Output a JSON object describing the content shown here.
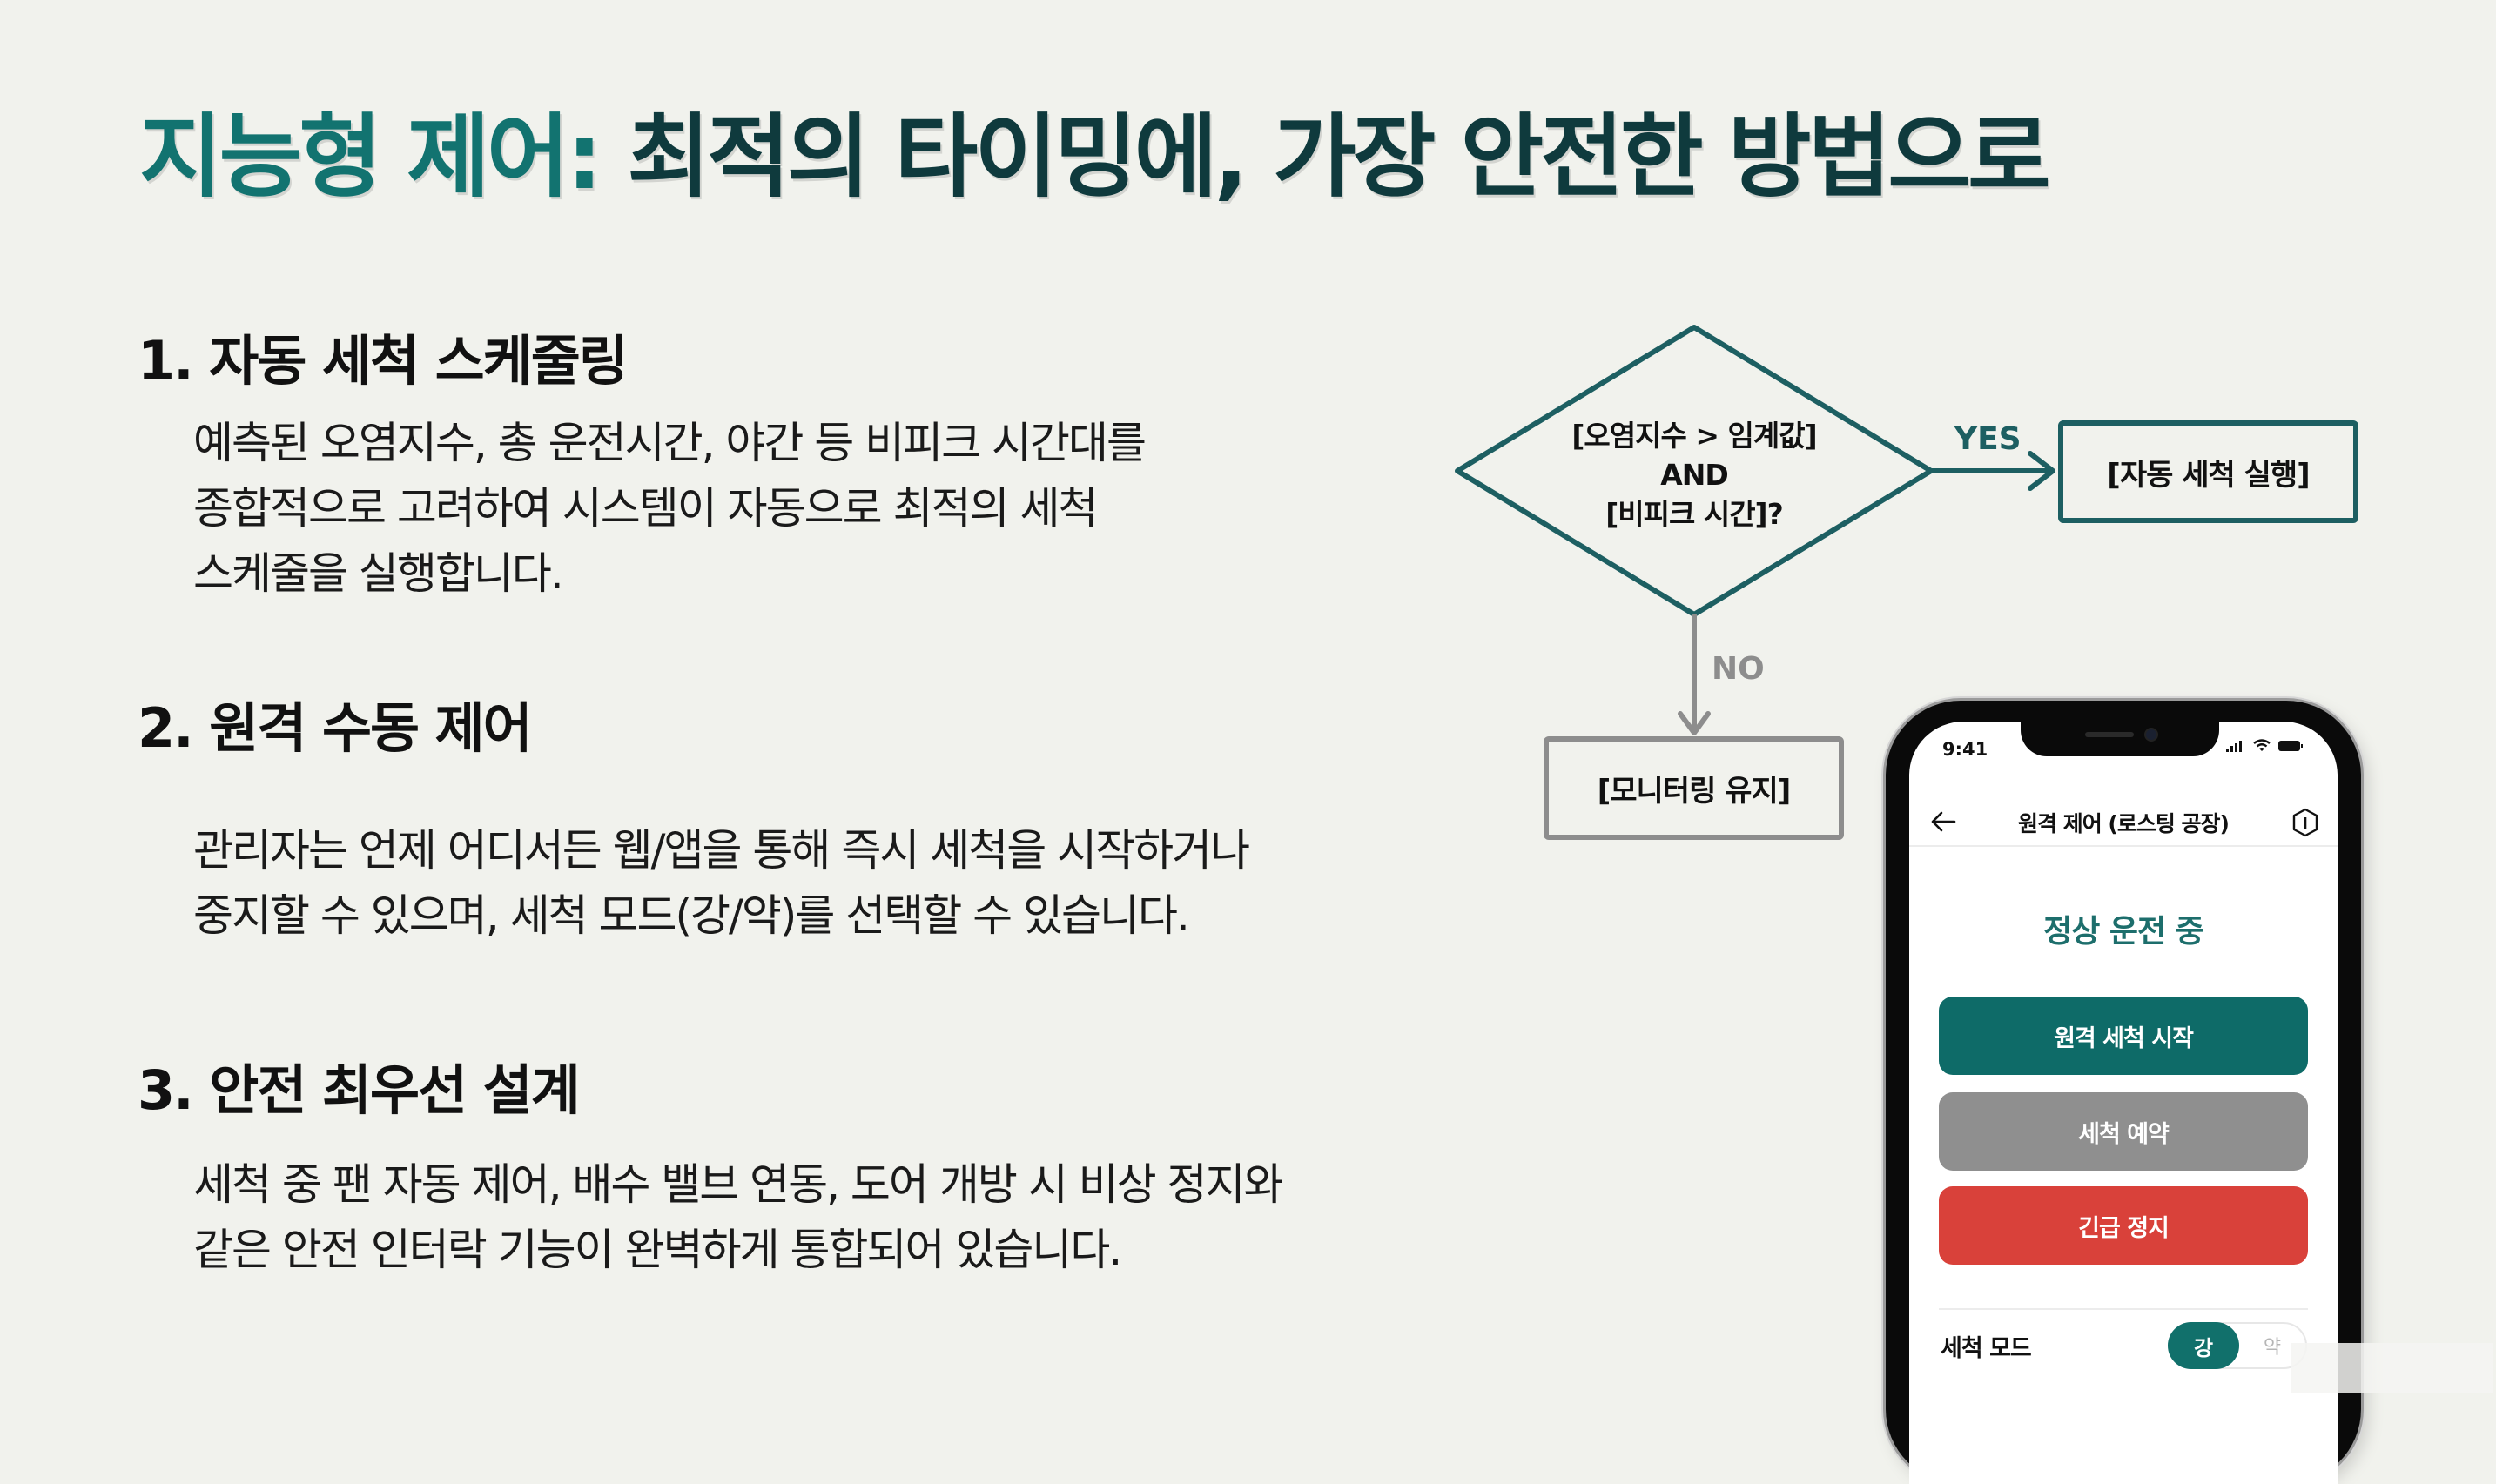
{
  "title": {
    "accent": "지능형 제어:",
    "main": " 최적의 타이밍에, 가장 안전한 방법으로"
  },
  "sections": [
    {
      "heading": "1. 자동 세척 스케줄링",
      "lines": [
        "예측된 오염지수, 총 운전시간, 야간 등 비피크 시간대를",
        "종합적으로 고려하여 시스템이 자동으로 최적의 세척",
        "스케줄을 실행합니다."
      ]
    },
    {
      "heading": "2. 원격 수동 제어",
      "lines": [
        "관리자는 언제 어디서든 웹/앱을 통해 즉시 세척을 시작하거나",
        "중지할 수 있으며, 세척 모드(강/약)를 선택할 수 있습니다."
      ]
    },
    {
      "heading": "3. 안전 최우선 설계",
      "lines": [
        "세척 중 팬 자동 제어, 배수 밸브 연동, 도어 개방 시 비상 정지와",
        "같은 안전 인터락 기능이 완벽하게 통합되어 있습니다."
      ]
    }
  ],
  "flowchart": {
    "decision": {
      "line1": "[오염지수 > 임계값]",
      "line2": "AND",
      "line3": "[비피크 시간]?"
    },
    "yes_label": "YES",
    "yes_box": "[자동 세척 실행]",
    "no_label": "NO",
    "no_box": "[모니터링 유지]",
    "colors": {
      "yes": "#1d5f62",
      "no": "#8d8d8d"
    }
  },
  "phone": {
    "status_time": "9:41",
    "header_title": "원격 제어 (로스팅 공장)",
    "state_text": "정상 운전 중",
    "buttons": {
      "start": "원격 세척 시작",
      "reserve": "세척 예약",
      "stop": "긴급 정지"
    },
    "mode": {
      "label": "세척 모드",
      "options": [
        "강",
        "약"
      ],
      "selected": "강"
    },
    "colors": {
      "start": "#0e6b68",
      "reserve": "#8f8f8f",
      "stop": "#d9413a"
    }
  }
}
